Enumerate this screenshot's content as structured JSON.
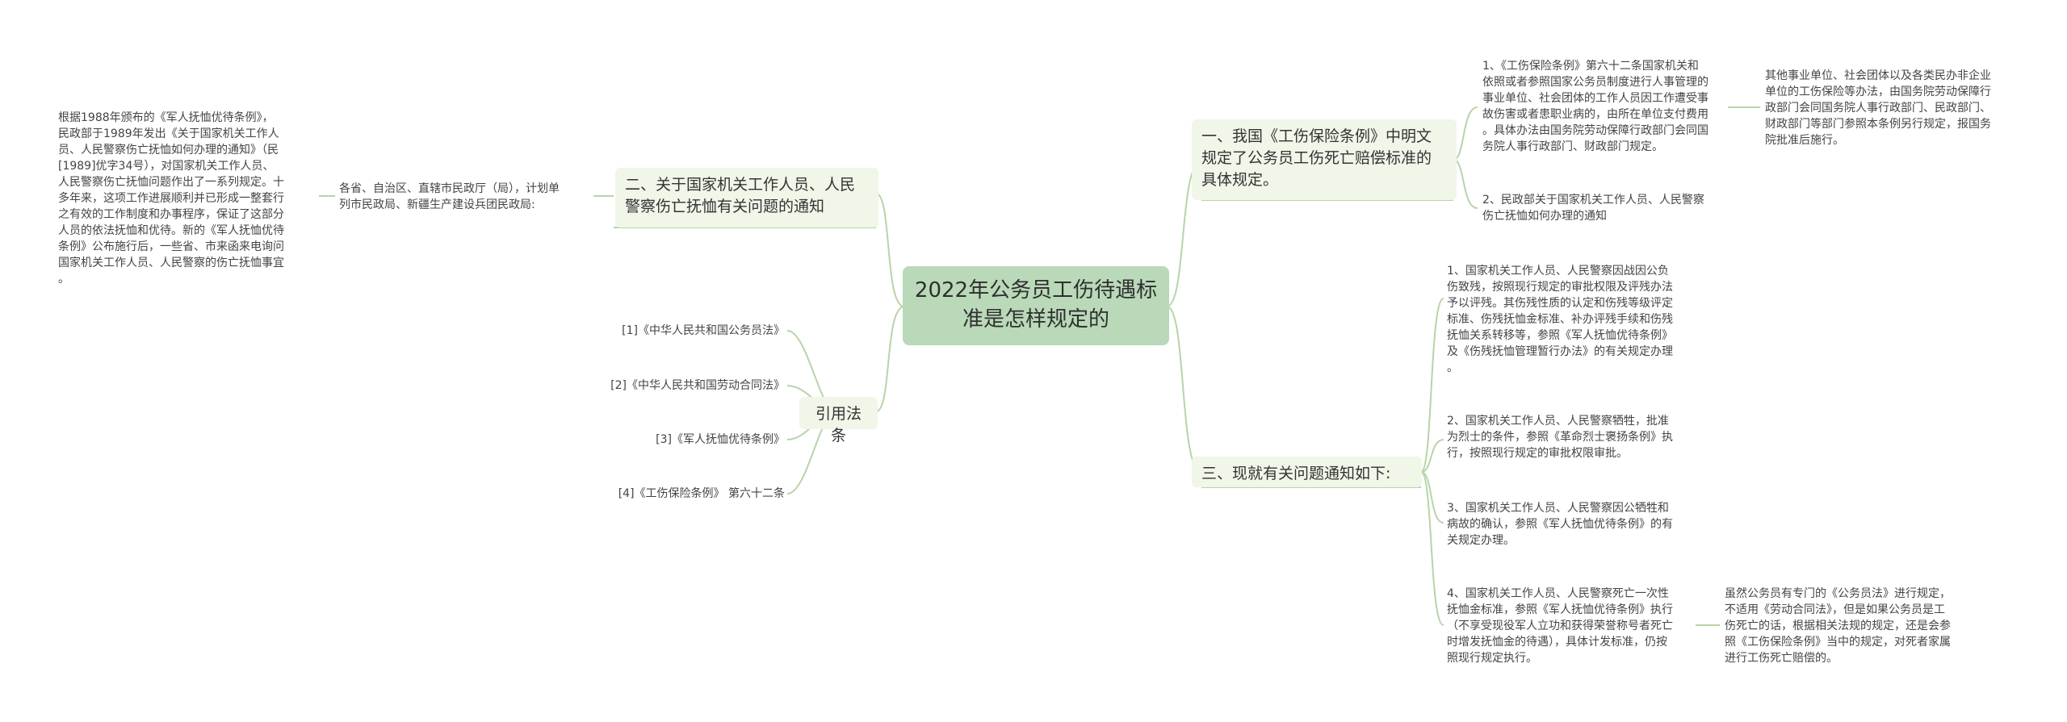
{
  "root": {
    "title": "2022年公务员工伤待遇标\n准是怎样规定的"
  },
  "left": {
    "notice": {
      "title": "二、关于国家机关工作人员、人民\n警察伤亡抚恤有关问题的通知",
      "recipient": "各省、自治区、直辖市民政厅（局），计划单\n列市民政局、新疆生产建设兵团民政局:",
      "detail": "根据1988年颁布的《军人抚恤优待条例》，\n民政部于1989年发出《关于国家机关工作人\n员、人民警察伤亡抚恤如何办理的通知》（民\n[1989]优字34号），对国家机关工作人员、\n人民警察伤亡抚恤问题作出了一系列规定。十\n多年来，这项工作进展顺利并已形成一整套行\n之有效的工作制度和办事程序，保证了这部分\n人员的依法抚恤和优待。新的《军人抚恤优待\n条例》公布施行后，一些省、市来函来电询问\n国家机关工作人员、人民警察的伤亡抚恤事宜\n。"
    },
    "references": {
      "title": "引用法条",
      "items": [
        "[1]《中华人民共和国公务员法》",
        "[2]《中华人民共和国劳动合同法》",
        "[3]《军人抚恤优待条例》",
        "[4]《工伤保险条例》 第六十二条"
      ]
    }
  },
  "right": {
    "standard": {
      "title": "一、我国《工伤保险条例》中明文\n规定了公务员工伤死亡赔偿标准的\n具体规定。",
      "item1": "1、《工伤保险条例》第六十二条国家机关和\n依照或者参照国家公务员制度进行人事管理的\n事业单位、社会团体的工作人员因工作遭受事\n故伤害或者患职业病的，由所在单位支付费用\n。具体办法由国务院劳动保障行政部门会同国\n务院人事行政部门、财政部门规定。",
      "item1_detail": "其他事业单位、社会团体以及各类民办非企业\n单位的工伤保险等办法，由国务院劳动保障行\n政部门会同国务院人事行政部门、民政部门、\n财政部门等部门参照本条例另行规定，报国务\n院批准后施行。",
      "item2": "2、民政部关于国家机关工作人员、人民警察\n伤亡抚恤如何办理的通知"
    },
    "notice_items": {
      "title": "三、现就有关问题通知如下:",
      "item1": "1、国家机关工作人员、人民警察因战因公负\n伤致残，按照现行规定的审批权限及评残办法\n予以评残。其伤残性质的认定和伤残等级评定\n标准、伤残抚恤金标准、补办评残手续和伤残\n抚恤关系转移等，参照《军人抚恤优待条例》\n及《伤残抚恤管理暂行办法》的有关规定办理\n。",
      "item2": "2、国家机关工作人员、人民警察牺牲，批准\n为烈士的条件，参照《革命烈士褒扬条例》执\n行，按照现行规定的审批权限审批。",
      "item3": "3、国家机关工作人员、人民警察因公牺牲和\n病故的确认，参照《军人抚恤优待条例》的有\n关规定办理。",
      "item4": "4、国家机关工作人员、人民警察死亡一次性\n抚恤金标准，参照《军人抚恤优待条例》执行\n（不享受现役军人立功和获得荣誉称号者死亡\n时增发抚恤金的待遇），具体计发标准，仍按\n照现行规定执行。",
      "item4_detail": "虽然公务员有专门的《公务员法》进行规定，\n不适用《劳动合同法》，但是如果公务员是工\n伤死亡的话，根据相关法规的规定，还是会参\n照《工伤保险条例》当中的规定，对死者家属\n进行工伤死亡赔偿的。"
    }
  },
  "colors": {
    "root_fill": "#b9d9b9",
    "main_fill": "#f0f6e8",
    "link": "#b7d4a8"
  }
}
